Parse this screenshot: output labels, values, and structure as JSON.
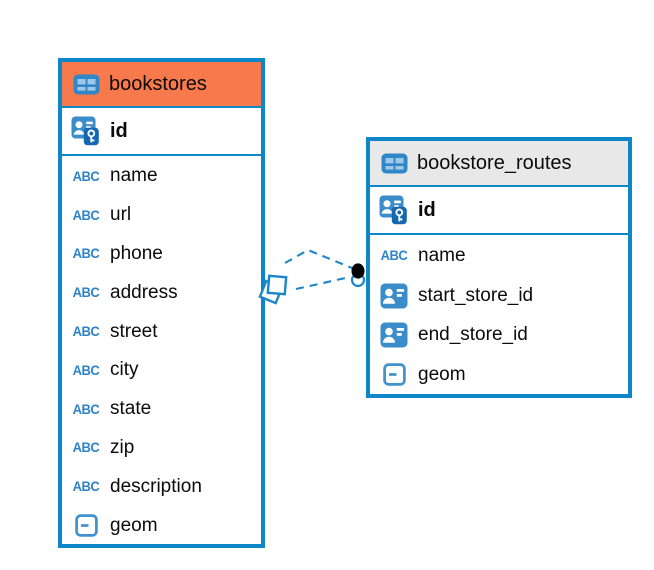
{
  "diagram": {
    "background": "#ffffff",
    "accent_blue": "#0d87c8",
    "relationship_line_blue": "#1b87c9",
    "selected_header_orange": "#f8794b",
    "header_gray": "#e8e8e8"
  },
  "icons": {
    "text_type_label": "ABC"
  },
  "tables": [
    {
      "name": "bookstores",
      "header_bg": "#f8794b",
      "selected": true,
      "primary_key": {
        "name": "id",
        "type": "primary-key"
      },
      "columns": [
        {
          "name": "name",
          "type": "text"
        },
        {
          "name": "url",
          "type": "text"
        },
        {
          "name": "phone",
          "type": "text"
        },
        {
          "name": "address",
          "type": "text"
        },
        {
          "name": "street",
          "type": "text"
        },
        {
          "name": "city",
          "type": "text"
        },
        {
          "name": "state",
          "type": "text"
        },
        {
          "name": "zip",
          "type": "text"
        },
        {
          "name": "description",
          "type": "text"
        },
        {
          "name": "geom",
          "type": "object"
        }
      ]
    },
    {
      "name": "bookstore_routes",
      "header_bg": "#e8e8e8",
      "selected": false,
      "primary_key": {
        "name": "id",
        "type": "primary-key"
      },
      "columns": [
        {
          "name": "name",
          "type": "text"
        },
        {
          "name": "start_store_id",
          "type": "reference"
        },
        {
          "name": "end_store_id",
          "type": "reference"
        },
        {
          "name": "geom",
          "type": "object"
        }
      ]
    }
  ],
  "relationship": {
    "type": "foreign-key",
    "from_table": "bookstores",
    "to_table": "bookstore_routes",
    "line_style": "dashed",
    "line_color": "#1b87c9"
  }
}
